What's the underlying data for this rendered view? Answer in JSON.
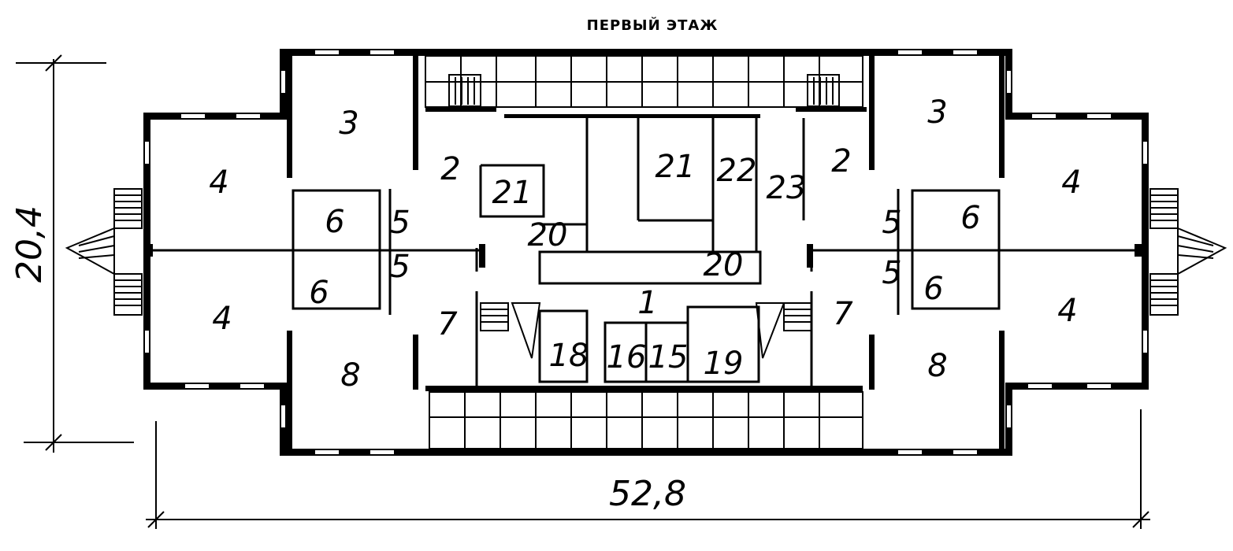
{
  "title": "ПЕРВЫЙ ЭТАЖ",
  "dimensions": {
    "width": "52,8",
    "height": "20,4"
  },
  "rooms": [
    {
      "label": "1"
    },
    {
      "label": "2"
    },
    {
      "label": "2"
    },
    {
      "label": "3"
    },
    {
      "label": "3"
    },
    {
      "label": "4"
    },
    {
      "label": "4"
    },
    {
      "label": "4"
    },
    {
      "label": "4"
    },
    {
      "label": "5"
    },
    {
      "label": "5"
    },
    {
      "label": "5"
    },
    {
      "label": "5"
    },
    {
      "label": "6"
    },
    {
      "label": "6"
    },
    {
      "label": "6"
    },
    {
      "label": "6"
    },
    {
      "label": "7"
    },
    {
      "label": "7"
    },
    {
      "label": "8"
    },
    {
      "label": "8"
    },
    {
      "label": "15"
    },
    {
      "label": "16"
    },
    {
      "label": "18"
    },
    {
      "label": "19"
    },
    {
      "label": "20"
    },
    {
      "label": "20"
    },
    {
      "label": "21"
    },
    {
      "label": "21"
    },
    {
      "label": "22"
    },
    {
      "label": "23"
    }
  ]
}
